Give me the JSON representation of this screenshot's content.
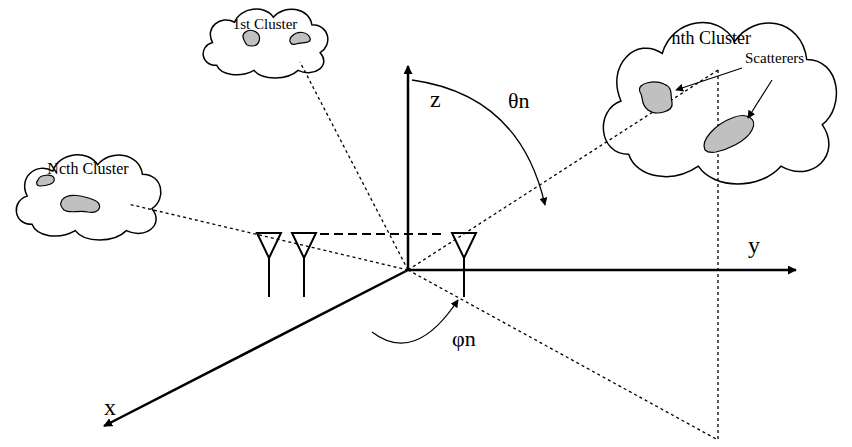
{
  "diagram": {
    "nodes": [
      {
        "text": [
          "1st Cluster"
        ]
      },
      {
        "text": [
          "nth Cluster"
        ]
      },
      {
        "text": [
          "Ncth Cluster"
        ]
      }
    ],
    "labels": [
      "Scatterers",
      "z",
      "y",
      "x",
      "θn",
      "φn"
    ]
  }
}
